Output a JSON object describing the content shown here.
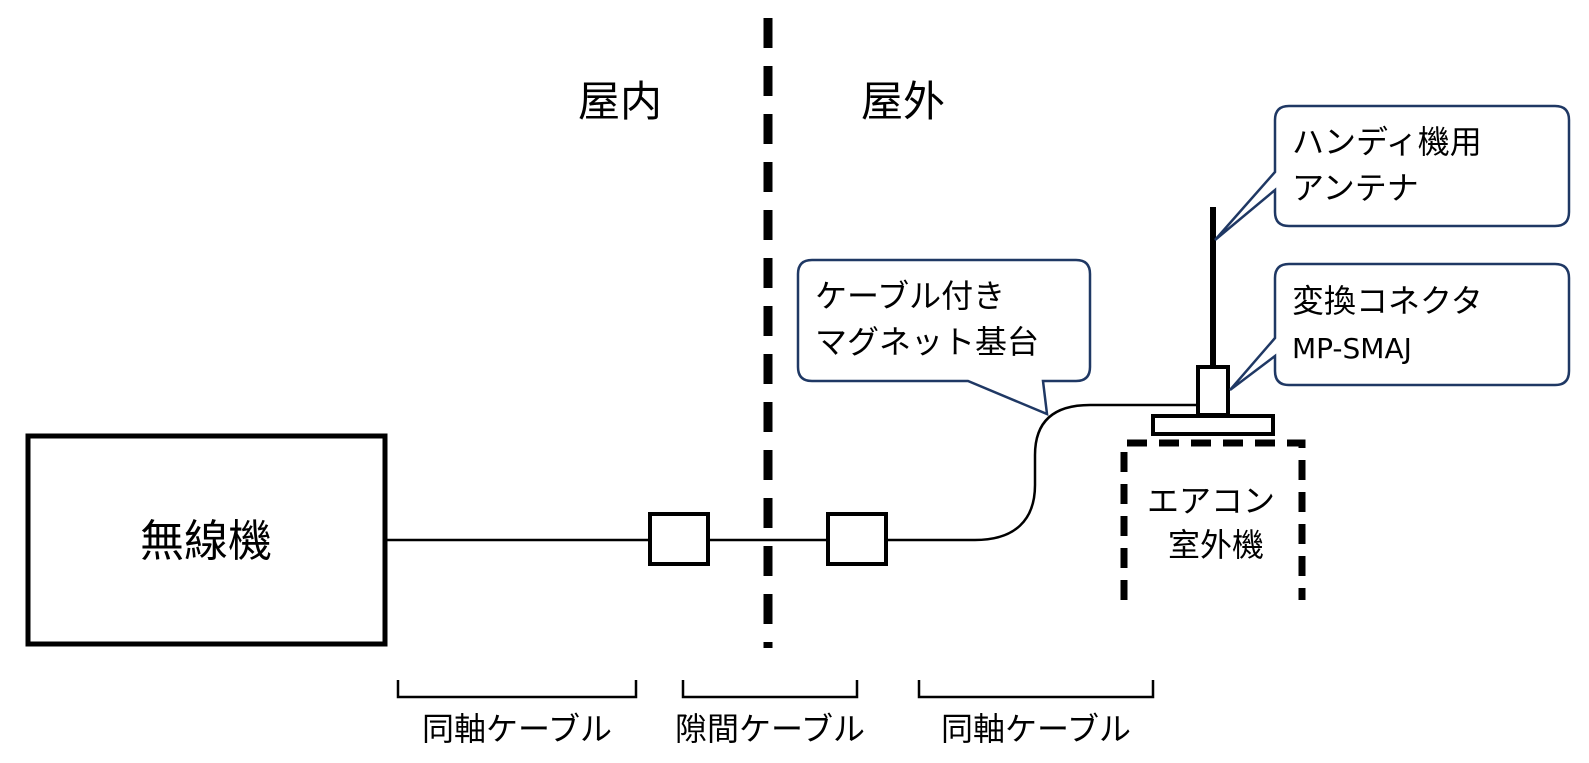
{
  "zones": {
    "indoor": "屋内",
    "outdoor": "屋外"
  },
  "radio": {
    "label": "無線機"
  },
  "callouts": {
    "magnet_base": [
      "ケーブル付き",
      "マグネット基台"
    ],
    "antenna": [
      "ハンディ機用",
      "アンテナ"
    ],
    "connector": [
      "変換コネクタ",
      "MP-SMAJ"
    ]
  },
  "aircon": {
    "label": [
      "エアコン",
      "室外機"
    ]
  },
  "cables": {
    "coax_indoor": "同軸ケーブル",
    "gap": "隙間ケーブル",
    "coax_outdoor": "同軸ケーブル"
  },
  "colors": {
    "line": "#000000",
    "callout_border": "#1f3864",
    "background": "#ffffff"
  }
}
